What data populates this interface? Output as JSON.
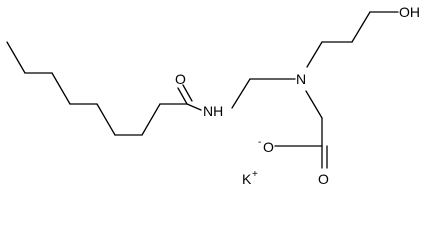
{
  "molecule": {
    "atoms": [
      {
        "id": "hydroxyl",
        "label": "OH"
      },
      {
        "id": "carbonyl-oxygen",
        "label": "O"
      },
      {
        "id": "amide-nitrogen",
        "label": "NH"
      },
      {
        "id": "tertiary-nitrogen",
        "label": "N"
      },
      {
        "id": "carboxylate-oxygen-single",
        "label": "O",
        "charge": "-"
      },
      {
        "id": "carboxylate-oxygen-double",
        "label": "O"
      }
    ],
    "counterion": {
      "label": "K",
      "charge": "+"
    }
  }
}
